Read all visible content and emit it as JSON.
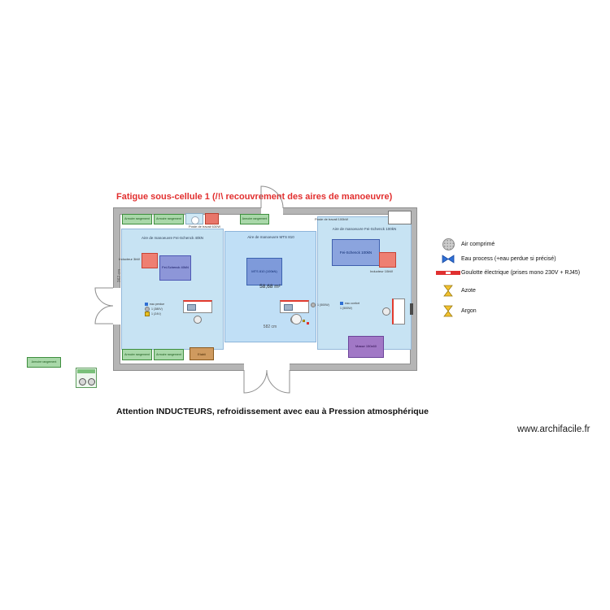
{
  "title": "Fatigue sous-cellule 1 (/!\\ recouvrement des aires de manoeuvre)",
  "plan": {
    "areas": {
      "left": "Aire de manoeuvre Fei-Schenck 40kN",
      "middle": "Aire de manoeuvre MTS 810",
      "right": "Aire de manoeuvre Fei-Schenck 100kN"
    },
    "surface": "58,68 m²",
    "machines": {
      "inducteur3": "Inducteur 3kW",
      "fs40": "Fei-Schenck 40kN",
      "mts810": "MTS 810 (100kN)",
      "fs100": "Fei-Schenck 100kN",
      "inducteur10": "Inducteur 10kW",
      "masse": "Masse 150x60"
    },
    "cabinet_label": "Armoire rangement",
    "etabli_label": "Etabli",
    "workstations": {
      "left": "Poste de travail 630W",
      "right": "Poste de travail 100kW"
    },
    "utilities": {
      "left": [
        "eau perdue",
        "1 (380V)",
        "1 (24V)"
      ],
      "middle": [
        "1 (500W)"
      ],
      "right": [
        "eau confort",
        "1 (500W)"
      ]
    },
    "dimensions": {
      "width": "582 cm",
      "height": "362 cm"
    }
  },
  "legend": {
    "items": [
      {
        "icon": "air-compressed-icon",
        "label": "Air comprimé"
      },
      {
        "icon": "water-process-icon",
        "label": "Eau process (+eau perdue si précisé)"
      },
      {
        "icon": "electrical-trunking-icon",
        "label": "Goulotte électrique (prises mono 230V + RJ45)"
      },
      {
        "icon": "nitrogen-icon",
        "label": "Azote"
      },
      {
        "icon": "argon-icon",
        "label": "Argon"
      }
    ]
  },
  "footer": {
    "note": "Attention INDUCTEURS, refroidissement avec eau à Pression atmosphérique",
    "watermark": "www.archifacile.fr"
  }
}
